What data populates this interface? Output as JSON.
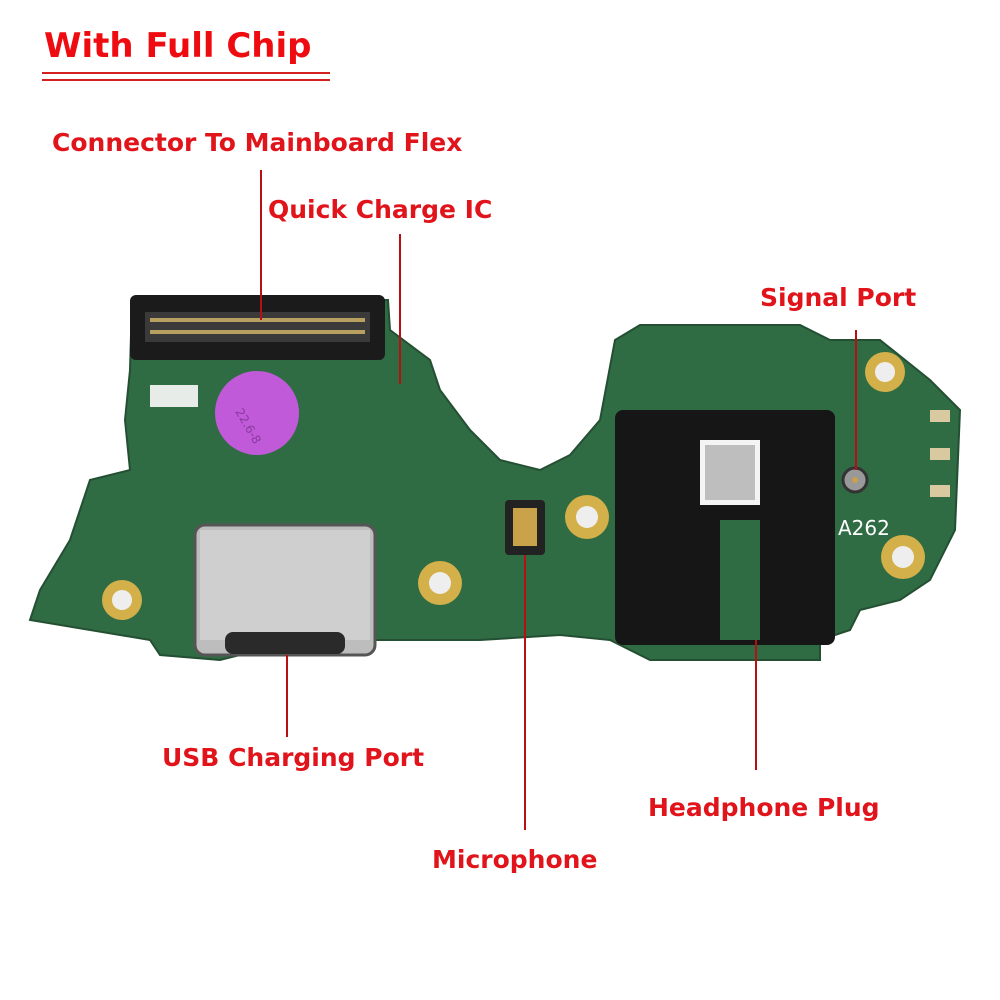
{
  "title": "With Full Chip",
  "labels": {
    "connector": "Connector To Mainboard Flex",
    "quick_charge": "Quick Charge IC",
    "signal_port": "Signal Port",
    "usb_port": "USB Charging Port",
    "microphone": "Microphone",
    "headphone": "Headphone Plug"
  },
  "sticker": {
    "text1": "22.6-8",
    "color": "#c05ad8"
  },
  "board_code": "A262",
  "colors": {
    "label": "#e0141a",
    "pcb": "#2f6b43",
    "pads": "#d4b04a"
  }
}
